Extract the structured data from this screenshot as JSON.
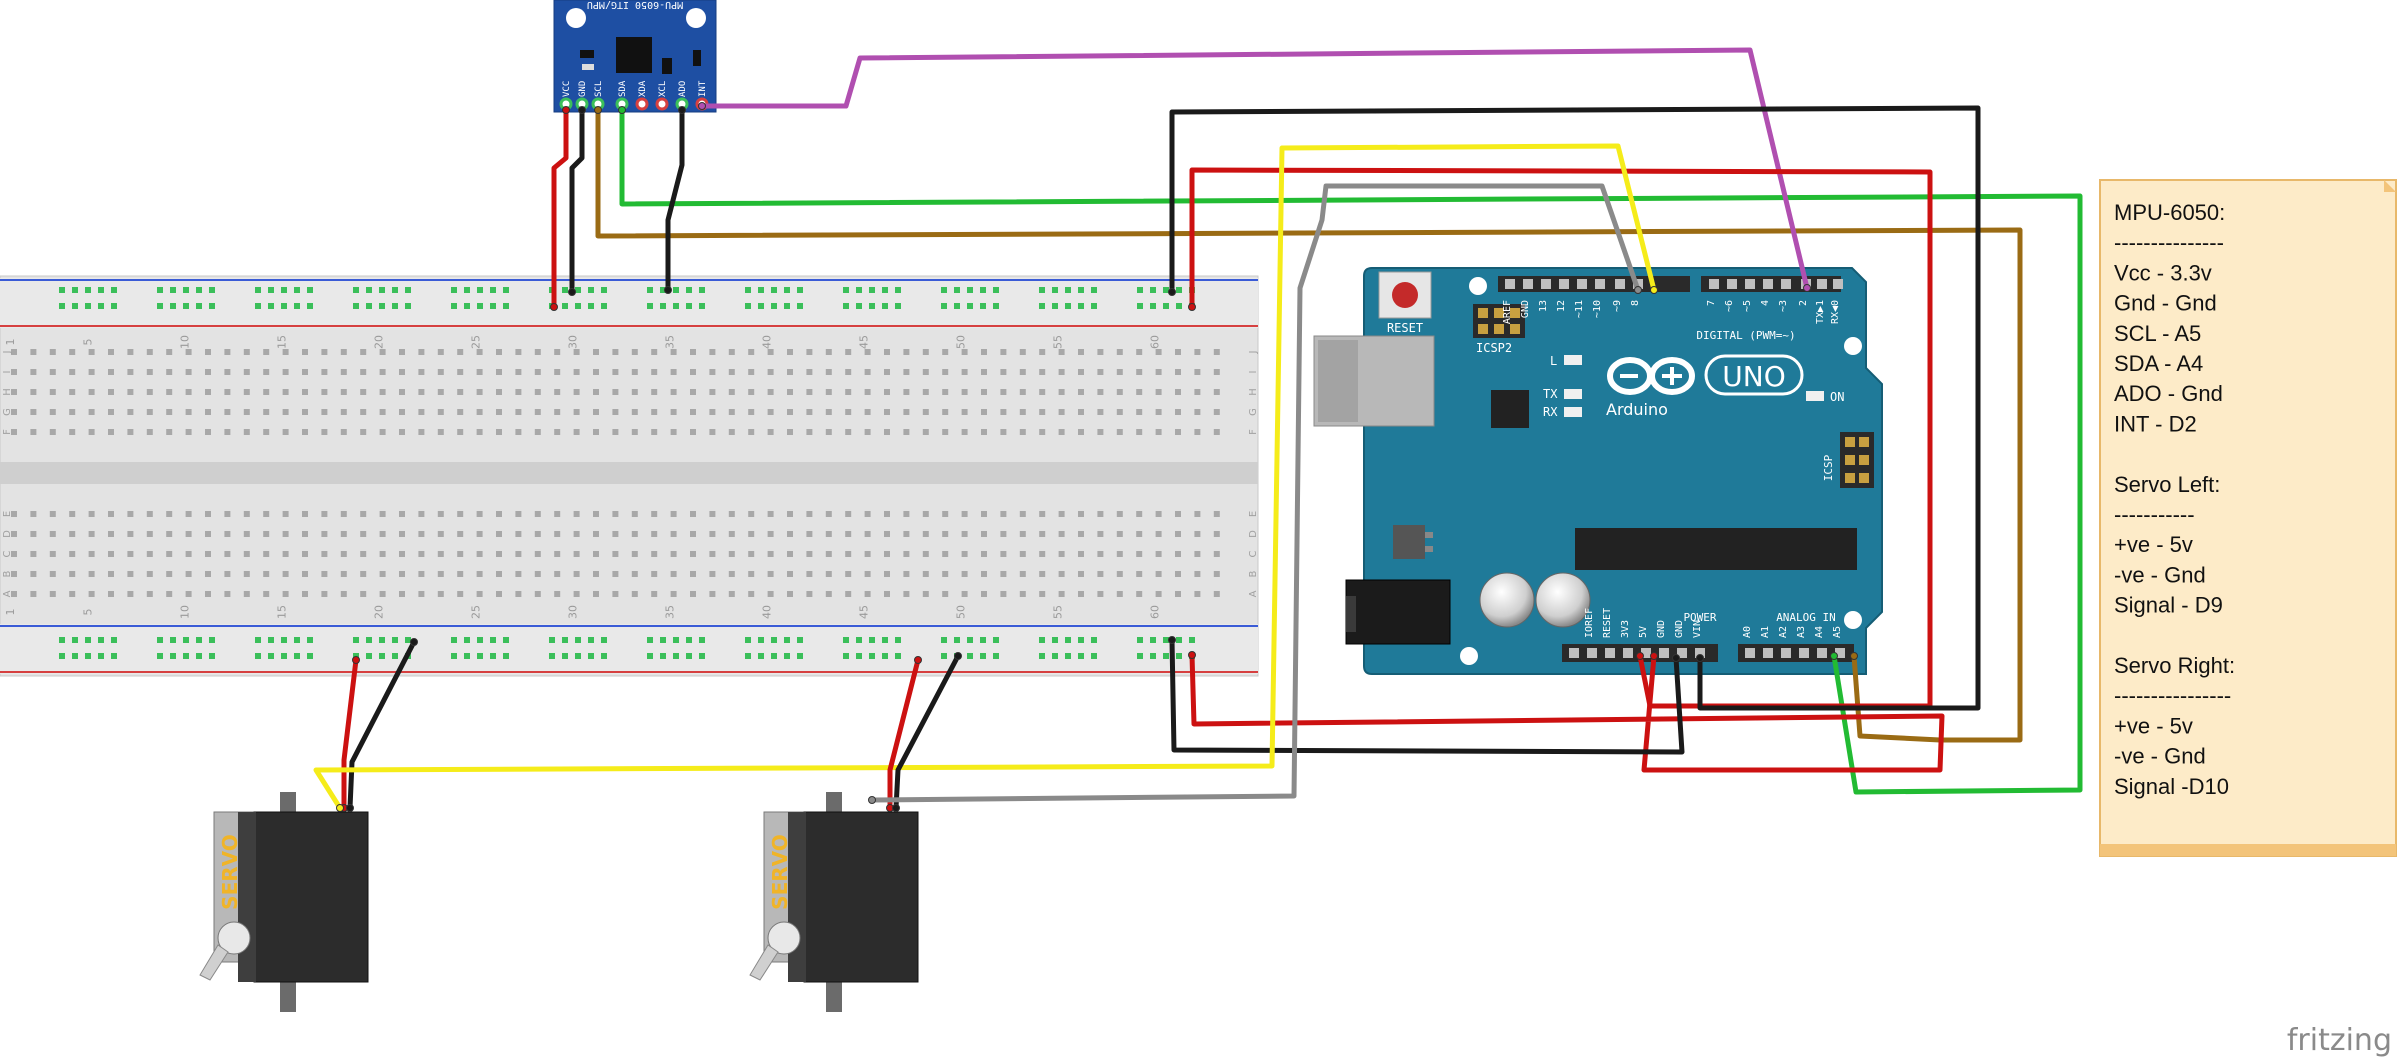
{
  "mpu": {
    "chip_label": "MPU-6050 ITG/MPU",
    "pins": [
      "VCC",
      "GND",
      "SCL",
      "SDA",
      "XDA",
      "XCL",
      "ADO",
      "INT"
    ]
  },
  "arduino": {
    "brand": "Arduino",
    "model": "UNO",
    "reset": "RESET",
    "icsp2": "ICSP2",
    "icsp": "ICSP",
    "digital": "DIGITAL (PWM=~)",
    "power": "POWER",
    "analog": "ANALOG IN",
    "led_l": "L",
    "led_tx": "TX",
    "led_rx": "RX",
    "led_on": "ON",
    "tx_pin": "TX▶1",
    "rx_pin": "RX◀0",
    "header_top": [
      "AREF",
      "GND",
      "13",
      "12",
      "~11",
      "~10",
      "~9",
      "8",
      "7",
      "~6",
      "~5",
      "4",
      "~3",
      "2"
    ],
    "header_power": [
      "IOREF",
      "RESET",
      "3V3",
      "5V",
      "GND",
      "GND",
      "VIN"
    ],
    "header_analog": [
      "A0",
      "A1",
      "A2",
      "A3",
      "A4",
      "A5"
    ]
  },
  "breadboard": {
    "column_numbers": [
      "1",
      "5",
      "10",
      "15",
      "20",
      "25",
      "30",
      "35",
      "40",
      "45",
      "50",
      "55",
      "60"
    ],
    "row_letters_top": [
      "J",
      "I",
      "H",
      "G",
      "F"
    ],
    "row_letters_bottom": [
      "E",
      "D",
      "C",
      "B",
      "A"
    ]
  },
  "servo": {
    "label": "SERVO"
  },
  "note": {
    "lines": [
      "MPU-6050:",
      "---------------",
      "Vcc - 3.3v",
      "Gnd - Gnd",
      "SCL - A5",
      "SDA - A4",
      "ADO - Gnd",
      "INT - D2",
      "",
      "Servo Left:",
      "-----------",
      "+ve - 5v",
      "-ve - Gnd",
      "Signal - D9",
      "",
      "Servo Right:",
      "----------------",
      "+ve - 5v",
      "-ve - Gnd",
      "Signal -D10"
    ]
  },
  "watermark": "fritzing",
  "colors": {
    "wire_red": "#cc1111",
    "wire_black": "#1a1a1a",
    "wire_yellow": "#f5ec1a",
    "wire_green": "#22bb33",
    "wire_brown": "#9a6b14",
    "wire_purple": "#b04fb0",
    "wire_gray": "#8a8a8a",
    "arduino_blue": "#1f7a99",
    "mpu_blue": "#1e4fa3",
    "note_bg": "#fdebc8",
    "note_border": "#e8b86a"
  }
}
